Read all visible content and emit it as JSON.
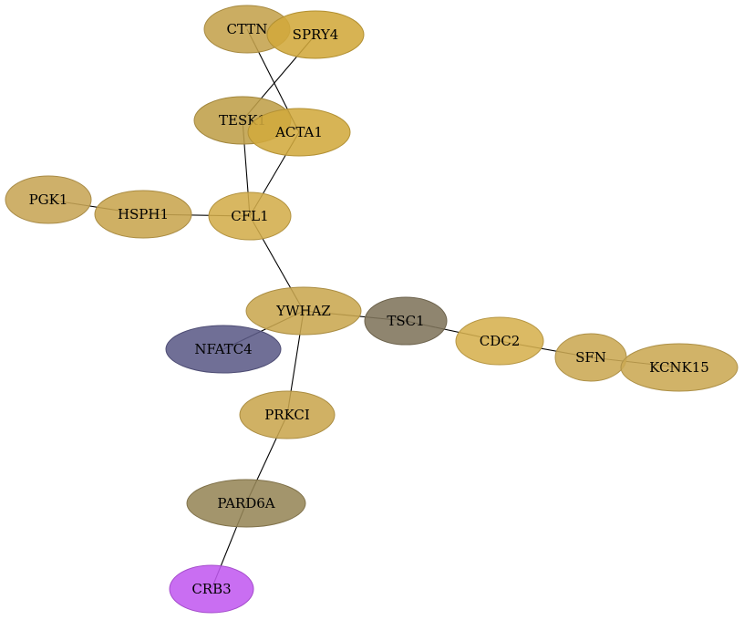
{
  "nodes": [
    {
      "id": "CTTN",
      "label": "CTTN",
      "color": "#c4a24c"
    },
    {
      "id": "SPRY4",
      "label": "SPRY4",
      "color": "#d1a93b"
    },
    {
      "id": "TESK1",
      "label": "TESK1",
      "color": "#bf9f49"
    },
    {
      "id": "ACTA1",
      "label": "ACTA1",
      "color": "#d2aa3e"
    },
    {
      "id": "PGK1",
      "label": "PGK1",
      "color": "#c7a555"
    },
    {
      "id": "HSPH1",
      "label": "HSPH1",
      "color": "#c8a54f"
    },
    {
      "id": "CFL1",
      "label": "CFL1",
      "color": "#d3ad4b"
    },
    {
      "id": "YWHAZ",
      "label": "YWHAZ",
      "color": "#c9a750"
    },
    {
      "id": "NFATC4",
      "label": "NFATC4",
      "color": "#5c5b88"
    },
    {
      "id": "TSC1",
      "label": "TSC1",
      "color": "#80745b"
    },
    {
      "id": "CDC2",
      "label": "CDC2",
      "color": "#d6b04f"
    },
    {
      "id": "SFN",
      "label": "SFN",
      "color": "#cba953"
    },
    {
      "id": "KCNK15",
      "label": "KCNK15",
      "color": "#cba953"
    },
    {
      "id": "PRKCI",
      "label": "PRKCI",
      "color": "#c9a64e"
    },
    {
      "id": "PARD6A",
      "label": "PARD6A",
      "color": "#968658"
    },
    {
      "id": "CRB3",
      "label": "CRB3",
      "color": "#c25af0"
    }
  ],
  "edges": [
    [
      "CTTN",
      "ACTA1"
    ],
    [
      "SPRY4",
      "TESK1"
    ],
    [
      "TESK1",
      "CFL1"
    ],
    [
      "ACTA1",
      "CFL1"
    ],
    [
      "PGK1",
      "HSPH1"
    ],
    [
      "HSPH1",
      "CFL1"
    ],
    [
      "CFL1",
      "YWHAZ"
    ],
    [
      "YWHAZ",
      "NFATC4"
    ],
    [
      "YWHAZ",
      "TSC1"
    ],
    [
      "YWHAZ",
      "PRKCI"
    ],
    [
      "TSC1",
      "CDC2"
    ],
    [
      "CDC2",
      "SFN"
    ],
    [
      "SFN",
      "KCNK15"
    ],
    [
      "PRKCI",
      "PARD6A"
    ],
    [
      "PARD6A",
      "CRB3"
    ]
  ]
}
